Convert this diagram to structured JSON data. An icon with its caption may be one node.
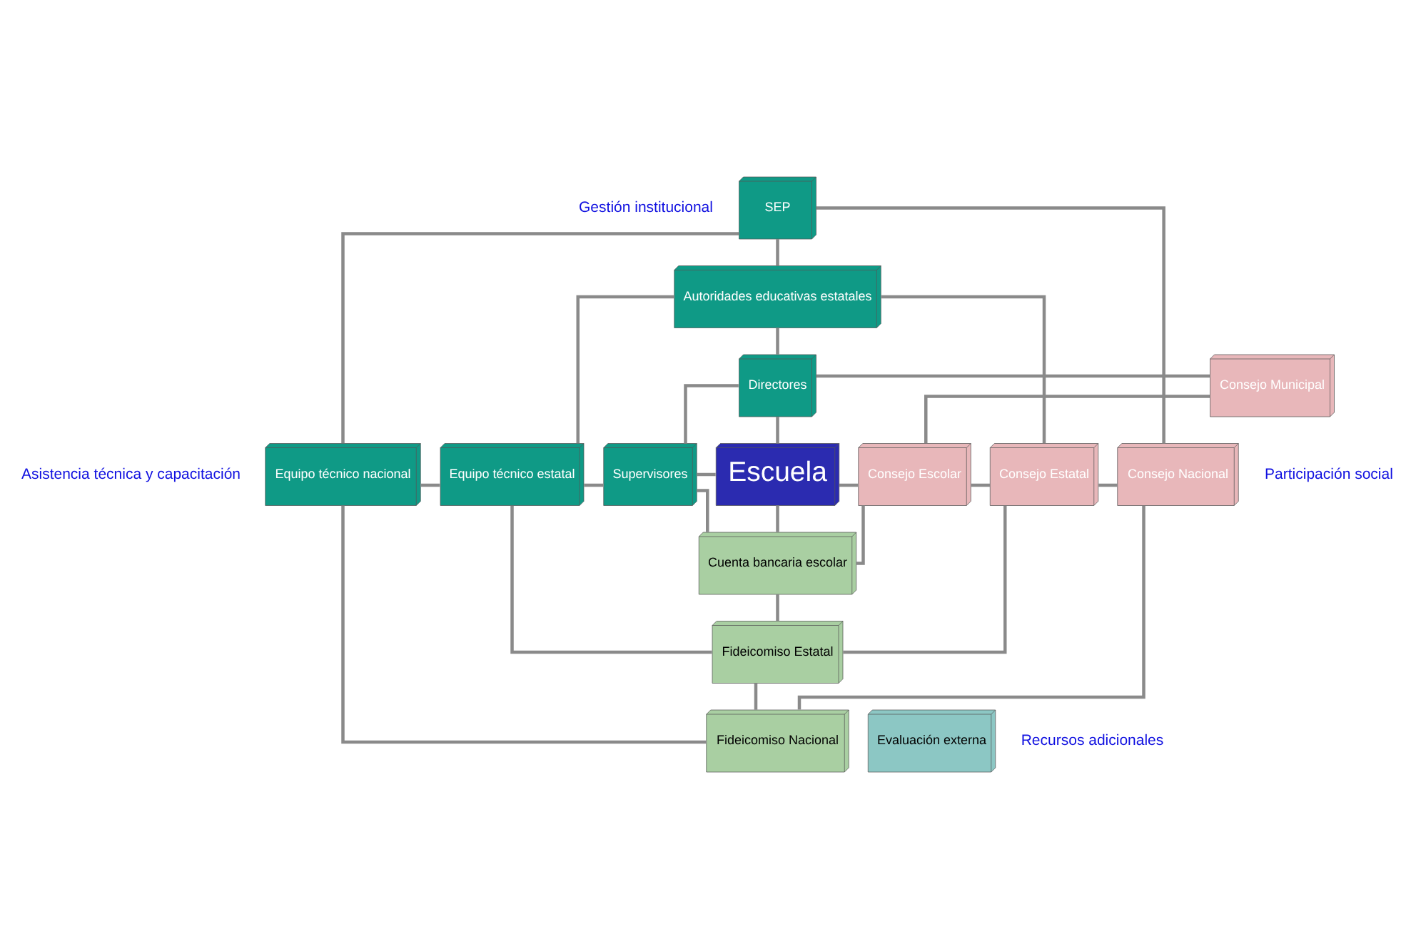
{
  "diagram": {
    "nodes": [
      {
        "text": [
          "SEP"
        ]
      },
      {
        "text": [
          "Autoridades educativas estatales"
        ]
      },
      {
        "text": [
          "Directores"
        ]
      },
      {
        "text": [
          "Consejo Municipal"
        ]
      },
      {
        "text": [
          "Equipo técnico nacional"
        ]
      },
      {
        "text": [
          "Equipo técnico estatal"
        ]
      },
      {
        "text": [
          "Supervisores"
        ]
      },
      {
        "text": [
          "Escuela"
        ]
      },
      {
        "text": [
          "Consejo Escolar"
        ]
      },
      {
        "text": [
          "Consejo Estatal"
        ]
      },
      {
        "text": [
          "Consejo Nacional"
        ]
      },
      {
        "text": [
          "Cuenta bancaria escolar"
        ]
      },
      {
        "text": [
          "Fideicomiso Estatal"
        ]
      },
      {
        "text": [
          "Fideicomiso Nacional"
        ]
      },
      {
        "text": [
          "Evaluación externa"
        ]
      }
    ],
    "edges": [
      {
        "from": 0,
        "to": 1,
        "arrow": "none"
      },
      {
        "from": 1,
        "to": 2,
        "arrow": "none"
      },
      {
        "from": 2,
        "to": 7,
        "arrow": "none"
      },
      {
        "from": 7,
        "to": 11,
        "arrow": "none"
      },
      {
        "from": 11,
        "to": 12,
        "arrow": "none"
      },
      {
        "from": 12,
        "to": 13,
        "arrow": "none"
      },
      {
        "from": 4,
        "to": 5,
        "arrow": "none"
      },
      {
        "from": 5,
        "to": 6,
        "arrow": "none"
      },
      {
        "from": 6,
        "to": 7,
        "arrow": "none"
      },
      {
        "from": 7,
        "to": 8,
        "arrow": "none"
      },
      {
        "from": 8,
        "to": 9,
        "arrow": "none"
      },
      {
        "from": 9,
        "to": 10,
        "arrow": "none"
      },
      {
        "from": 6,
        "to": 2,
        "arrow": "none"
      },
      {
        "from": 2,
        "to": 3,
        "arrow": "none"
      },
      {
        "from": 3,
        "to": 8,
        "arrow": "none"
      },
      {
        "from": 8,
        "to": 11,
        "arrow": "none"
      },
      {
        "from": 11,
        "to": 6,
        "arrow": "none"
      },
      {
        "from": 5,
        "to": 1,
        "arrow": "none"
      },
      {
        "from": 1,
        "to": 9,
        "arrow": "none"
      },
      {
        "from": 9,
        "to": 12,
        "arrow": "none"
      },
      {
        "from": 12,
        "to": 5,
        "arrow": "none"
      },
      {
        "from": 4,
        "to": 0,
        "arrow": "none"
      },
      {
        "from": 0,
        "to": 10,
        "arrow": "none"
      },
      {
        "from": 10,
        "to": 13,
        "arrow": "none"
      },
      {
        "from": 13,
        "to": 4,
        "arrow": "none"
      }
    ],
    "labels": [
      "Gestión institucional",
      "Asistencia técnica y capacitación",
      "Participación social",
      "Recursos adicionales"
    ]
  }
}
